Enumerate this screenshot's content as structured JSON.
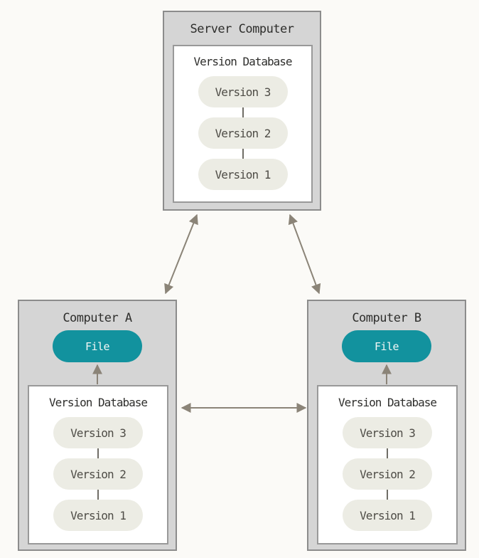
{
  "diagram": {
    "machines": {
      "server": {
        "title": "Server Computer",
        "db_label": "Version Database",
        "versions": [
          "Version 3",
          "Version 2",
          "Version 1"
        ]
      },
      "computer_a": {
        "title": "Computer A",
        "file_label": "File",
        "db_label": "Version Database",
        "versions": [
          "Version 3",
          "Version 2",
          "Version 1"
        ]
      },
      "computer_b": {
        "title": "Computer B",
        "file_label": "File",
        "db_label": "Version Database",
        "versions": [
          "Version 3",
          "Version 2",
          "Version 1"
        ]
      }
    },
    "colors": {
      "background": "#FBFAF7",
      "machine_fill": "#D5D5D5",
      "machine_border": "#8C8C8C",
      "db_fill": "#FFFFFF",
      "db_border": "#999999",
      "version_pill_fill": "#ECECE4",
      "version_pill_text": "#4E4C46",
      "title_text": "#2E2E2C",
      "file_pill_fill": "#12929E",
      "file_pill_text": "#F4F7F6",
      "arrow": "#8B8478",
      "connector": "#6F6D66"
    }
  }
}
